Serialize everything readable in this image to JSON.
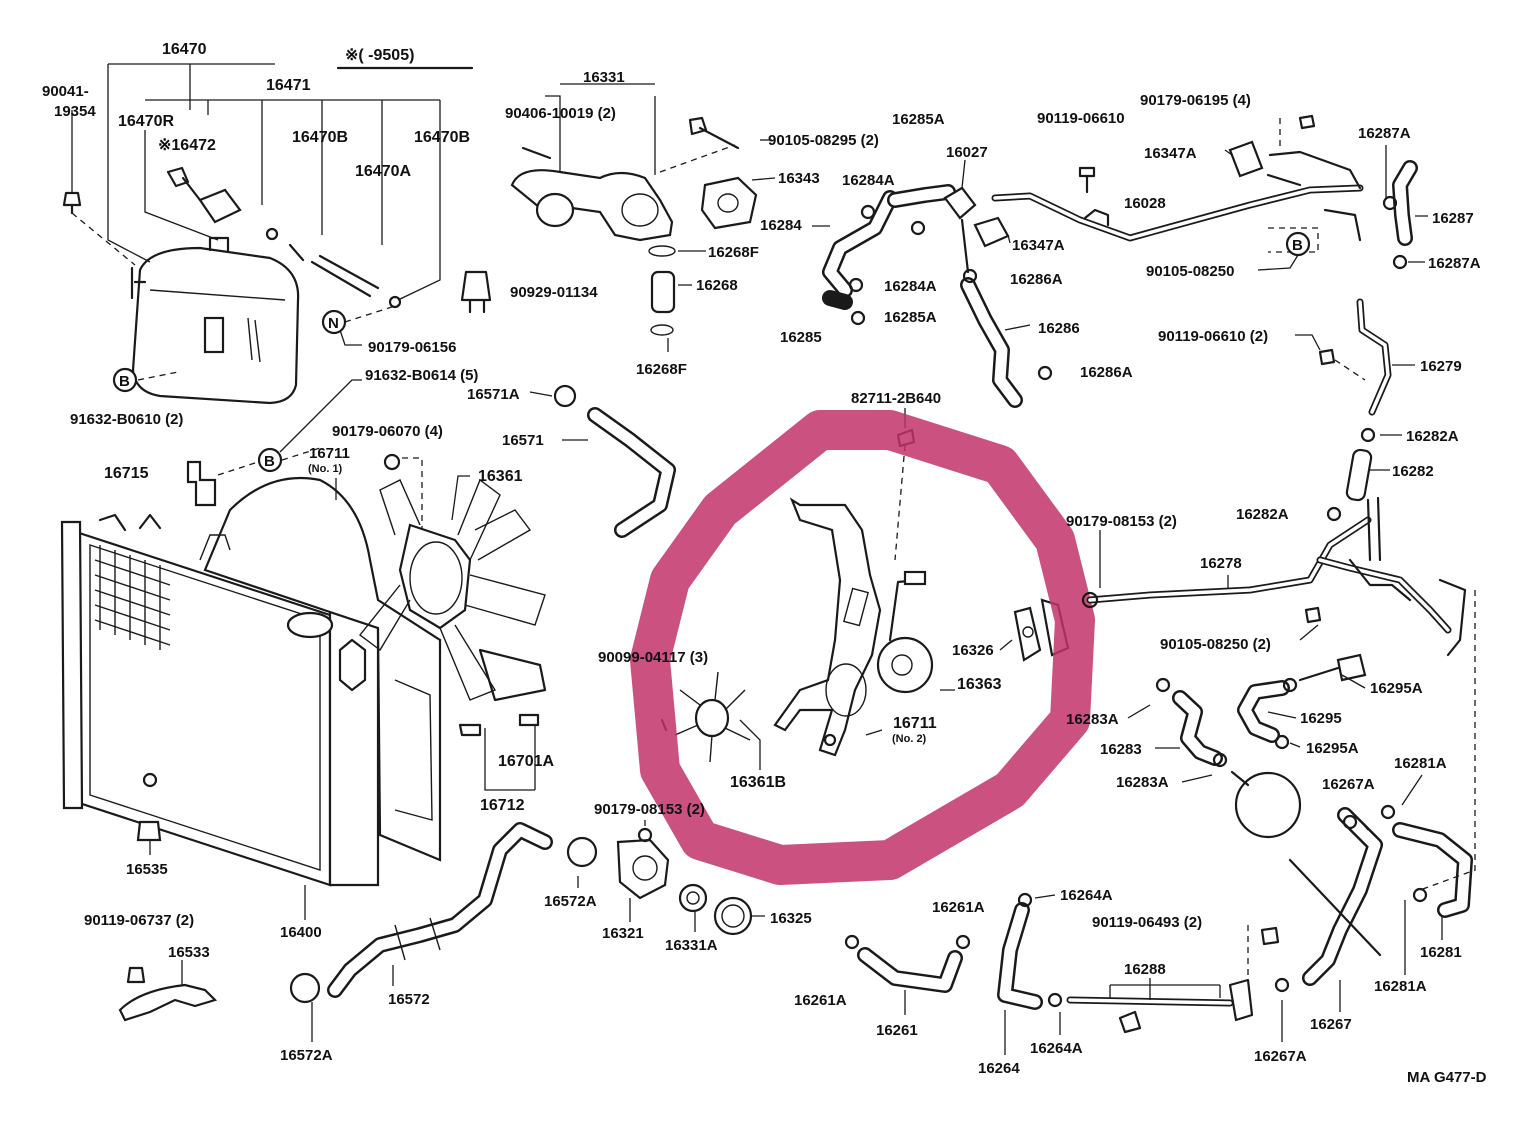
{
  "diagram": {
    "title_note": "※(     -9505)",
    "footer_code": "MA G477-D",
    "highlight_color": "#c2336a",
    "ink_color": "#1a1a1a",
    "labels": [
      {
        "id": "l16470",
        "text": "16470"
      },
      {
        "id": "l16471",
        "text": "16471"
      },
      {
        "id": "l90041",
        "text": "90041-"
      },
      {
        "id": "l19354",
        "text": "19354"
      },
      {
        "id": "l16470R",
        "text": "16470R"
      },
      {
        "id": "l16472",
        "text": "※16472"
      },
      {
        "id": "l16470B1",
        "text": "16470B"
      },
      {
        "id": "l16470B2",
        "text": "16470B"
      },
      {
        "id": "l16470A",
        "text": "16470A"
      },
      {
        "id": "l90929",
        "text": "90929-01134"
      },
      {
        "id": "l90179_06156",
        "text": "90179-06156"
      },
      {
        "id": "l91632_B0614",
        "text": "91632-B0614 (5)"
      },
      {
        "id": "l91632_B0610",
        "text": "91632-B0610 (2)"
      },
      {
        "id": "l16331",
        "text": "16331"
      },
      {
        "id": "l90406",
        "text": "90406-10019 (2)"
      },
      {
        "id": "l90105_08295",
        "text": "90105-08295 (2)"
      },
      {
        "id": "l16343",
        "text": "16343"
      },
      {
        "id": "l16268F1",
        "text": "16268F"
      },
      {
        "id": "l16268",
        "text": "16268"
      },
      {
        "id": "l16268F2",
        "text": "16268F"
      },
      {
        "id": "l16285A1",
        "text": "16285A"
      },
      {
        "id": "l16284A1",
        "text": "16284A"
      },
      {
        "id": "l16284",
        "text": "16284"
      },
      {
        "id": "l16284A2",
        "text": "16284A"
      },
      {
        "id": "l16285A2",
        "text": "16285A"
      },
      {
        "id": "l16285",
        "text": "16285"
      },
      {
        "id": "l16027",
        "text": "16027"
      },
      {
        "id": "l16347A1",
        "text": "16347A"
      },
      {
        "id": "l16286A1",
        "text": "16286A"
      },
      {
        "id": "l16286",
        "text": "16286"
      },
      {
        "id": "l16286A2",
        "text": "16286A"
      },
      {
        "id": "l90119_06610a",
        "text": "90119-06610"
      },
      {
        "id": "l16028",
        "text": "16028"
      },
      {
        "id": "l90179_06195",
        "text": "90179-06195 (4)"
      },
      {
        "id": "l16347A2",
        "text": "16347A"
      },
      {
        "id": "l16287A1",
        "text": "16287A"
      },
      {
        "id": "l16287",
        "text": "16287"
      },
      {
        "id": "l16287A2",
        "text": "16287A"
      },
      {
        "id": "l90105_08250a",
        "text": "90105-08250"
      },
      {
        "id": "l90119_06610b",
        "text": "90119-06610 (2)"
      },
      {
        "id": "l16279",
        "text": "16279"
      },
      {
        "id": "l16282A1",
        "text": "16282A"
      },
      {
        "id": "l16282",
        "text": "16282"
      },
      {
        "id": "l16282A2",
        "text": "16282A"
      },
      {
        "id": "l16571A",
        "text": "16571A"
      },
      {
        "id": "l16571",
        "text": "16571"
      },
      {
        "id": "l82711",
        "text": "82711-2B640"
      },
      {
        "id": "l90179_08153a",
        "text": "90179-08153 (2)"
      },
      {
        "id": "l16278",
        "text": "16278"
      },
      {
        "id": "l90105_08250b",
        "text": "90105-08250 (2)"
      },
      {
        "id": "l16295A1",
        "text": "16295A"
      },
      {
        "id": "l16295",
        "text": "16295"
      },
      {
        "id": "l16295A2",
        "text": "16295A"
      },
      {
        "id": "l16715",
        "text": "16715"
      },
      {
        "id": "l90179_06070",
        "text": "90179-06070 (4)"
      },
      {
        "id": "l16711a",
        "text": "16711"
      },
      {
        "id": "l16711a_no",
        "text": "(No. 1)"
      },
      {
        "id": "l16361",
        "text": "16361"
      },
      {
        "id": "l16326",
        "text": "16326"
      },
      {
        "id": "l16363",
        "text": "16363"
      },
      {
        "id": "l90099",
        "text": "90099-04117 (3)"
      },
      {
        "id": "l16711b",
        "text": "16711"
      },
      {
        "id": "l16711b_no",
        "text": "(No. 2)"
      },
      {
        "id": "l16361B",
        "text": "16361B"
      },
      {
        "id": "l16283A1",
        "text": "16283A"
      },
      {
        "id": "l16283",
        "text": "16283"
      },
      {
        "id": "l16283A2",
        "text": "16283A"
      },
      {
        "id": "l16701A",
        "text": "16701A"
      },
      {
        "id": "l16712",
        "text": "16712"
      },
      {
        "id": "l90179_08153b",
        "text": "90179-08153 (2)"
      },
      {
        "id": "l16267A1",
        "text": "16267A"
      },
      {
        "id": "l16281A1",
        "text": "16281A"
      },
      {
        "id": "l16535",
        "text": "16535"
      },
      {
        "id": "l16400",
        "text": "16400"
      },
      {
        "id": "l16572A1",
        "text": "16572A"
      },
      {
        "id": "l16321",
        "text": "16321"
      },
      {
        "id": "l16331A",
        "text": "16331A"
      },
      {
        "id": "l16325",
        "text": "16325"
      },
      {
        "id": "l16264A1",
        "text": "16264A"
      },
      {
        "id": "l16261A1",
        "text": "16261A"
      },
      {
        "id": "l90119_06493",
        "text": "90119-06493 (2)"
      },
      {
        "id": "l90119_06737",
        "text": "90119-06737 (2)"
      },
      {
        "id": "l16533",
        "text": "16533"
      },
      {
        "id": "l16572",
        "text": "16572"
      },
      {
        "id": "l16572A2",
        "text": "16572A"
      },
      {
        "id": "l16261A2",
        "text": "16261A"
      },
      {
        "id": "l16261",
        "text": "16261"
      },
      {
        "id": "l16288",
        "text": "16288"
      },
      {
        "id": "l16264",
        "text": "16264"
      },
      {
        "id": "l16264A2",
        "text": "16264A"
      },
      {
        "id": "l16267A2",
        "text": "16267A"
      },
      {
        "id": "l16267",
        "text": "16267"
      },
      {
        "id": "l16281A2",
        "text": "16281A"
      },
      {
        "id": "l16281",
        "text": "16281"
      }
    ],
    "callouts": {
      "N": "N",
      "B1": "B",
      "B2": "B",
      "B3": "B"
    }
  }
}
